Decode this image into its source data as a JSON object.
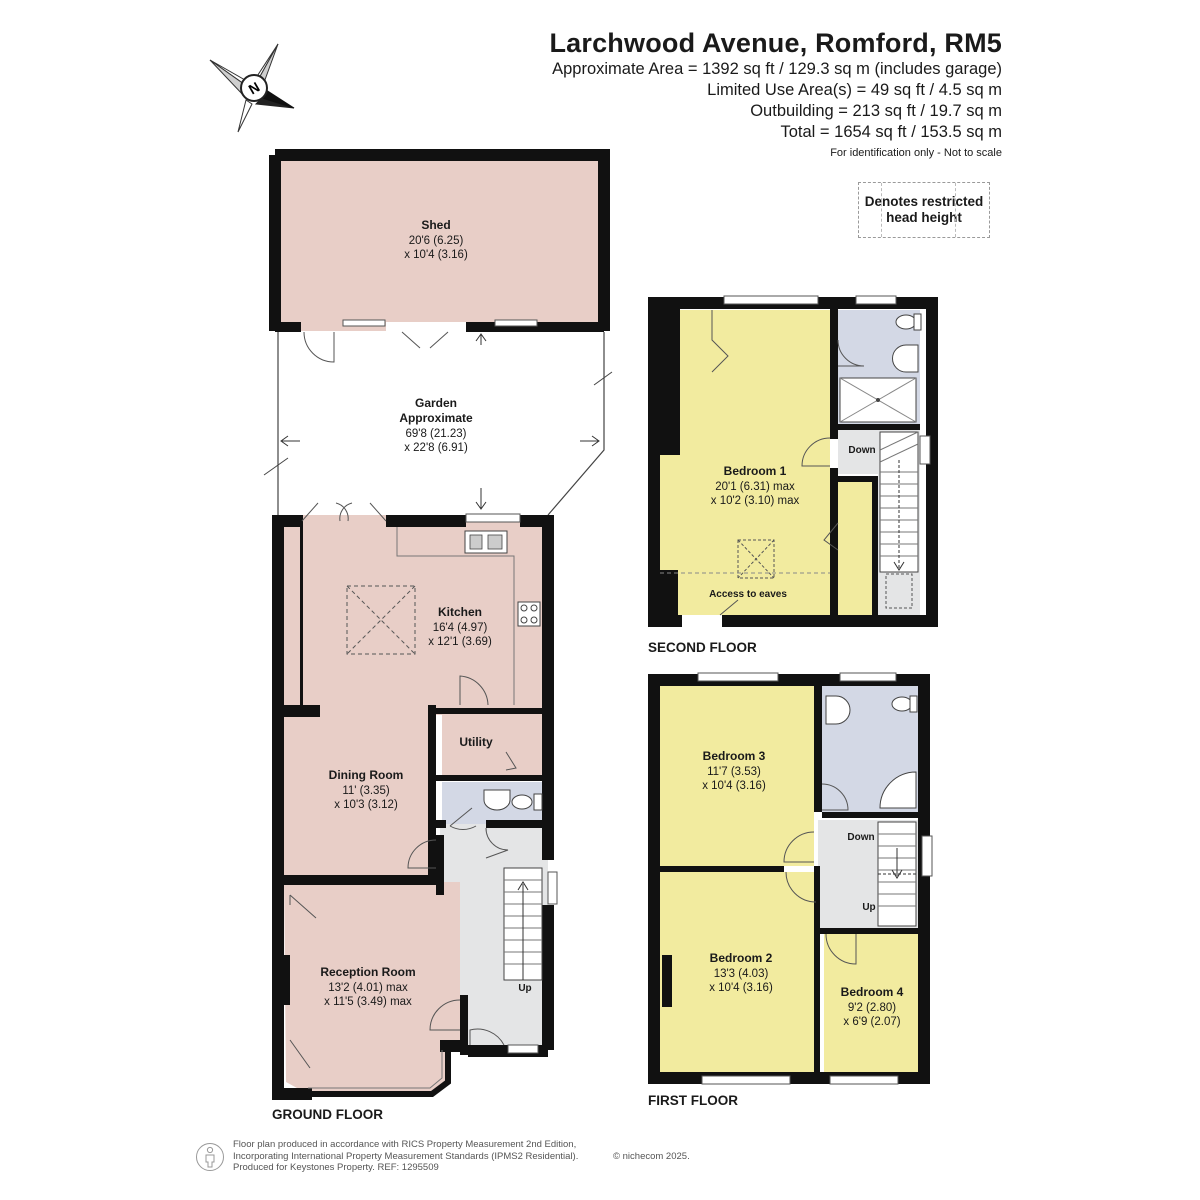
{
  "header": {
    "title": "Larchwood Avenue, Romford, RM5",
    "areas": [
      "Approximate Area = 1392 sq ft / 129.3 sq m (includes garage)",
      "Limited Use Area(s) = 49 sq ft / 4.5 sq m",
      "Outbuilding = 213 sq ft / 19.7 sq m",
      "Total = 1654 sq ft / 153.5 sq m"
    ],
    "note": "For identification only - Not to scale"
  },
  "legend": {
    "line1": "Denotes restricted",
    "line2": "head height"
  },
  "compass": {
    "letter": "N"
  },
  "ground_floor": {
    "label": "GROUND FLOOR",
    "shed": {
      "name": "Shed",
      "dim1": "20'6 (6.25)",
      "dim2": "x 10'4 (3.16)"
    },
    "garden": {
      "name1": "Garden",
      "name2": "Approximate",
      "dim1": "69'8 (21.23)",
      "dim2": "x 22'8 (6.91)"
    },
    "kitchen": {
      "name": "Kitchen",
      "dim1": "16'4 (4.97)",
      "dim2": "x 12'1 (3.69)"
    },
    "utility": {
      "name": "Utility"
    },
    "dining": {
      "name": "Dining Room",
      "dim1": "11' (3.35)",
      "dim2": "x 10'3 (3.12)"
    },
    "reception": {
      "name": "Reception Room",
      "dim1": "13'2 (4.01) max",
      "dim2": "x 11'5 (3.49) max"
    },
    "stairs": "Up"
  },
  "second_floor": {
    "label": "SECOND FLOOR",
    "bedroom1": {
      "name": "Bedroom 1",
      "dim1": "20'1 (6.31) max",
      "dim2": "x 10'2 (3.10) max"
    },
    "eaves": "Access to eaves",
    "stairs": "Down"
  },
  "first_floor": {
    "label": "FIRST FLOOR",
    "bedroom3": {
      "name": "Bedroom 3",
      "dim1": "11'7 (3.53)",
      "dim2": "x 10'4 (3.16)"
    },
    "bedroom2": {
      "name": "Bedroom 2",
      "dim1": "13'3 (4.03)",
      "dim2": "x 10'4 (3.16)"
    },
    "bedroom4": {
      "name": "Bedroom 4",
      "dim1": "9'2 (2.80)",
      "dim2": "x 6'9 (2.07)"
    },
    "down": "Down",
    "up": "Up"
  },
  "footer": {
    "line1": "Floor plan produced in accordance with RICS Property Measurement 2nd Edition,",
    "line2": "Incorporating International Property Measurement Standards (IPMS2 Residential).",
    "line3": "Produced for Keystones Property.   REF: 1295509",
    "copyright": "© nichecom 2025."
  },
  "colors": {
    "pink": "#e8cec7",
    "yellow": "#f2eb9f",
    "blue": "#d3d8e5",
    "grey": "#e4e5e6",
    "wall": "#111111"
  }
}
